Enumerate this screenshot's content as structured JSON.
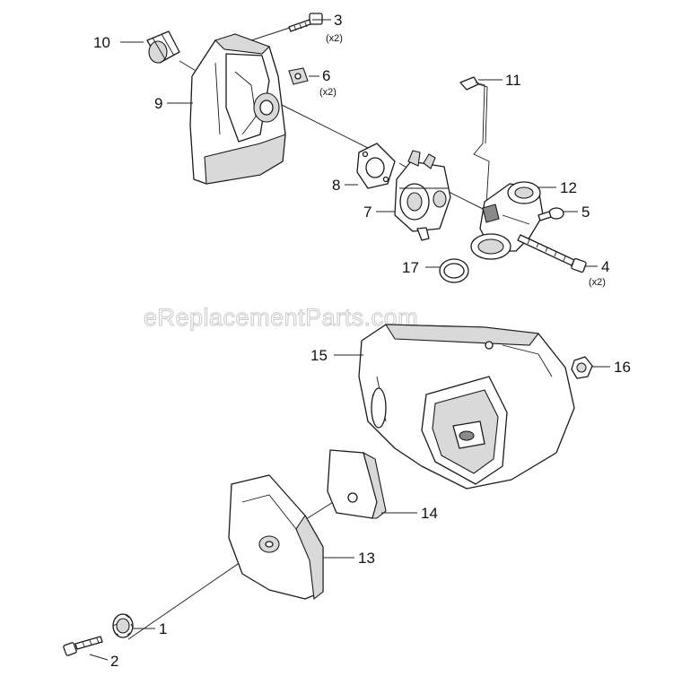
{
  "watermark": "eReplacementParts.com",
  "callouts": {
    "c1": "1",
    "c2": "2",
    "c3": "3",
    "c3_qty": "(x2)",
    "c4": "4",
    "c4_qty": "(x2)",
    "c5": "5",
    "c6": "6",
    "c6_qty": "(x2)",
    "c7": "7",
    "c8": "8",
    "c9": "9",
    "c10": "10",
    "c11": "11",
    "c12": "12",
    "c13": "13",
    "c14": "14",
    "c15": "15",
    "c16": "16",
    "c17": "17"
  }
}
